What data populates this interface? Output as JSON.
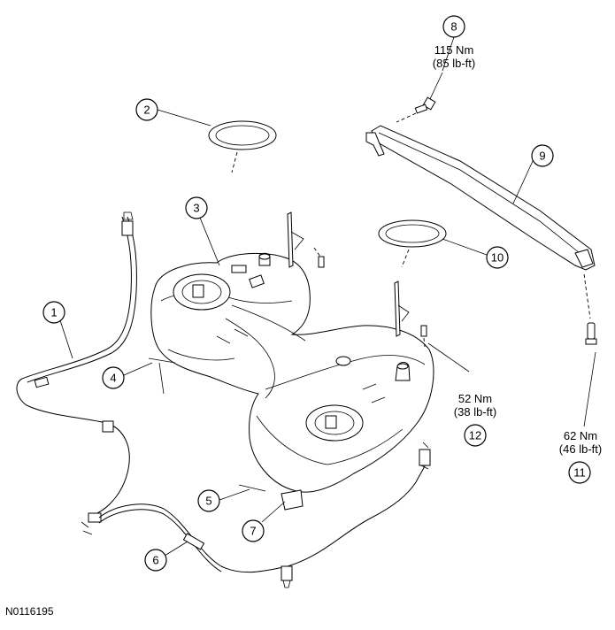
{
  "callouts": [
    {
      "id": "callout-1",
      "label": "1"
    },
    {
      "id": "callout-2",
      "label": "2"
    },
    {
      "id": "callout-3",
      "label": "3"
    },
    {
      "id": "callout-4",
      "label": "4"
    },
    {
      "id": "callout-5",
      "label": "5"
    },
    {
      "id": "callout-6",
      "label": "6"
    },
    {
      "id": "callout-7",
      "label": "7"
    },
    {
      "id": "callout-8",
      "label": "8"
    },
    {
      "id": "callout-9",
      "label": "9"
    },
    {
      "id": "callout-10",
      "label": "10"
    },
    {
      "id": "callout-11",
      "label": "11"
    },
    {
      "id": "callout-12",
      "label": "12"
    }
  ],
  "torque": {
    "t8": {
      "nm": "115 Nm",
      "lbft": "(85 lb-ft)"
    },
    "t12": {
      "nm": "52 Nm",
      "lbft": "(38 lb-ft)"
    },
    "t11": {
      "nm": "62 Nm",
      "lbft": "(46 lb-ft)"
    }
  },
  "figure_id": "N0116195"
}
